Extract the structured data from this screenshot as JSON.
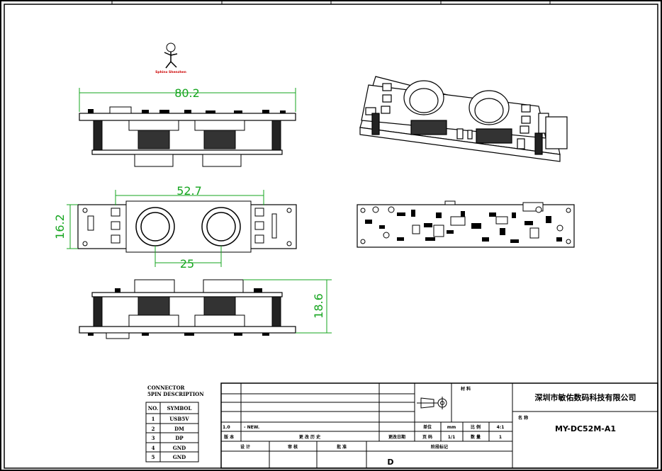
{
  "dimensions": {
    "front_width": "80.2",
    "lens_span": "52.7",
    "height": "16.2",
    "lens_pitch": "25",
    "depth": "18.6"
  },
  "logo": {
    "caption": "Sphinx Shenzhen"
  },
  "connector_table": {
    "title_line1": "CONNECTOR",
    "title_line2": "5PIN DESCRIPTION",
    "headers": [
      "NO.",
      "SYMBOL"
    ],
    "rows": [
      [
        "1",
        "USB5V"
      ],
      [
        "2",
        "DM"
      ],
      [
        "3",
        "DP"
      ],
      [
        "4",
        "GND"
      ],
      [
        "5",
        "GND"
      ]
    ]
  },
  "title_block": {
    "company": "深圳市敏佑数码科技有限公司",
    "material_label": "材 料",
    "name_label": "名 称",
    "part_number": "MY-DC52M-A1",
    "unit_label": "单位",
    "unit_value": "mm",
    "scale_label": "比 例",
    "scale_value": "4:1",
    "page_label": "页 码",
    "page_value": "1/1",
    "qty_label": "数 量",
    "qty_value": "1",
    "version": "1.0",
    "rev_note": "- NEW.",
    "version_label": "版 本",
    "history_label": "更 改 历 史",
    "change_date_label": "更改日期",
    "design_label": "设 计",
    "review_label": "审 核",
    "approve_label": "批 准",
    "drawing_mark_label": "阶段标记",
    "stage": "D"
  }
}
